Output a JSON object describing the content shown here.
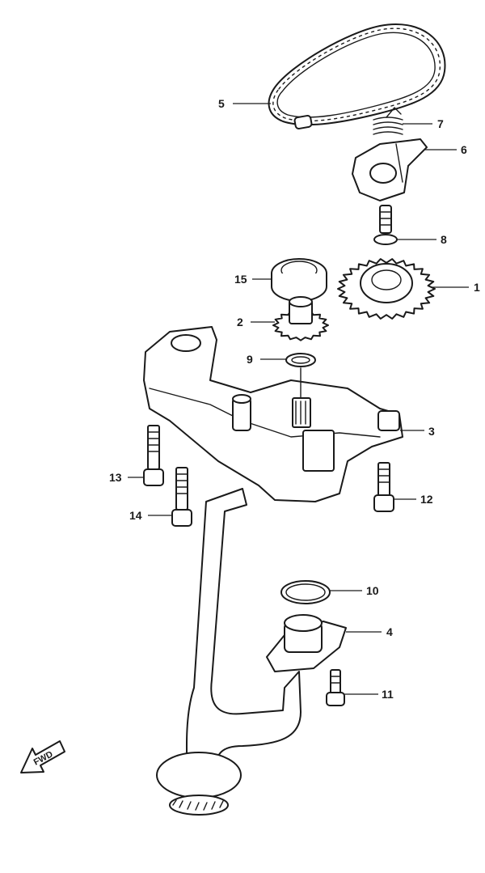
{
  "diagram": {
    "fwd_label": "FWD",
    "callouts": [
      {
        "id": "1",
        "text": "1"
      },
      {
        "id": "2",
        "text": "2"
      },
      {
        "id": "3",
        "text": "3"
      },
      {
        "id": "4",
        "text": "4"
      },
      {
        "id": "5",
        "text": "5"
      },
      {
        "id": "6",
        "text": "6"
      },
      {
        "id": "7",
        "text": "7"
      },
      {
        "id": "8",
        "text": "8"
      },
      {
        "id": "9",
        "text": "9"
      },
      {
        "id": "10",
        "text": "10"
      },
      {
        "id": "11",
        "text": "11"
      },
      {
        "id": "12",
        "text": "12"
      },
      {
        "id": "13",
        "text": "13"
      },
      {
        "id": "14",
        "text": "14"
      },
      {
        "id": "15",
        "text": "15"
      }
    ]
  }
}
